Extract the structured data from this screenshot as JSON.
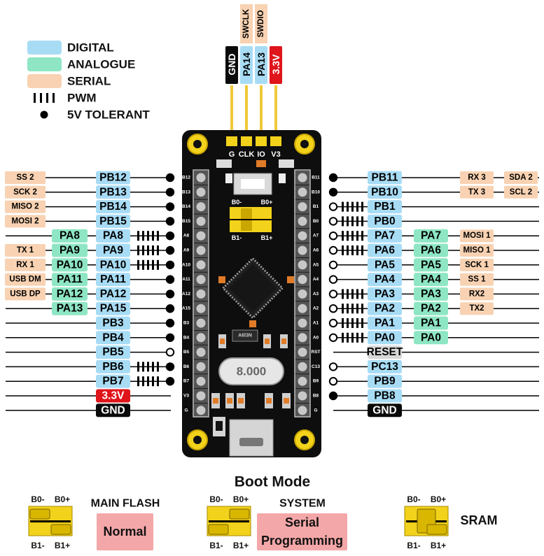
{
  "colors": {
    "digital": "#a8dcf5",
    "analogue": "#8ee6c4",
    "serial": "#f8d2b2",
    "power": "#e0141b",
    "ground": "#0a0a0a",
    "reset": "#d8d8d8",
    "board": "#0e0e0e",
    "jumper": "#f2d21b",
    "boot_box": "#f4a7a8"
  },
  "legend": [
    {
      "kind": "digital",
      "label": "DIGITAL"
    },
    {
      "kind": "analogue",
      "label": "ANALOGUE"
    },
    {
      "kind": "serial",
      "label": "SERIAL"
    },
    {
      "kind": "pwm",
      "label": "PWM"
    },
    {
      "kind": "tolerant",
      "label": "5V TOLERANT"
    }
  ],
  "top_header": [
    {
      "label": "GND",
      "type": "ground",
      "serial": "",
      "silk": "G"
    },
    {
      "label": "PA14",
      "type": "digital",
      "serial": "SWCLK",
      "silk": "CLK"
    },
    {
      "label": "PA13",
      "type": "digital",
      "serial": "SWDIO",
      "silk": "IO"
    },
    {
      "label": "3.3V",
      "type": "power",
      "serial": "",
      "silk": "V3"
    }
  ],
  "left_pins": [
    {
      "silk": "B12",
      "digital": "PB12",
      "analog": "",
      "serial": [
        "SS 2"
      ],
      "pwm": false,
      "tolerant": true,
      "type": "digital"
    },
    {
      "silk": "B13",
      "digital": "PB13",
      "analog": "",
      "serial": [
        "SCK 2"
      ],
      "pwm": false,
      "tolerant": true,
      "type": "digital"
    },
    {
      "silk": "B14",
      "digital": "PB14",
      "analog": "",
      "serial": [
        "MISO 2"
      ],
      "pwm": false,
      "tolerant": true,
      "type": "digital"
    },
    {
      "silk": "B15",
      "digital": "PB15",
      "analog": "",
      "serial": [
        "MOSI 2"
      ],
      "pwm": false,
      "tolerant": true,
      "type": "digital"
    },
    {
      "silk": "A8",
      "digital": "PA8",
      "analog": "PA8",
      "serial": [],
      "pwm": true,
      "tolerant": true,
      "type": "digital"
    },
    {
      "silk": "A9",
      "digital": "PA9",
      "analog": "PA9",
      "serial": [
        "TX 1"
      ],
      "pwm": true,
      "tolerant": true,
      "type": "digital"
    },
    {
      "silk": "A10",
      "digital": "PA10",
      "analog": "PA10",
      "serial": [
        "RX 1"
      ],
      "pwm": true,
      "tolerant": true,
      "type": "digital"
    },
    {
      "silk": "A11",
      "digital": "PA11",
      "analog": "PA11",
      "serial": [
        "USB DM"
      ],
      "pwm": false,
      "tolerant": true,
      "type": "digital"
    },
    {
      "silk": "A12",
      "digital": "PA12",
      "analog": "PA12",
      "serial": [
        "USB DP"
      ],
      "pwm": false,
      "tolerant": true,
      "type": "digital"
    },
    {
      "silk": "A15",
      "digital": "PA15",
      "analog": "PA13",
      "serial": [],
      "pwm": false,
      "tolerant": true,
      "type": "digital"
    },
    {
      "silk": "B3",
      "digital": "PB3",
      "analog": "",
      "serial": [],
      "pwm": false,
      "tolerant": true,
      "type": "digital"
    },
    {
      "silk": "B4",
      "digital": "PB4",
      "analog": "",
      "serial": [],
      "pwm": false,
      "tolerant": true,
      "type": "digital"
    },
    {
      "silk": "B5",
      "digital": "PB5",
      "analog": "",
      "serial": [],
      "pwm": false,
      "tolerant": false,
      "type": "digital"
    },
    {
      "silk": "B6",
      "digital": "PB6",
      "analog": "",
      "serial": [],
      "pwm": true,
      "tolerant": true,
      "type": "digital"
    },
    {
      "silk": "B7",
      "digital": "PB7",
      "analog": "",
      "serial": [],
      "pwm": true,
      "tolerant": true,
      "type": "digital"
    },
    {
      "silk": "V3",
      "digital": "3.3V",
      "analog": "",
      "serial": [],
      "pwm": false,
      "tolerant": null,
      "type": "power"
    },
    {
      "silk": "G",
      "digital": "GND",
      "analog": "",
      "serial": [],
      "pwm": false,
      "tolerant": null,
      "type": "ground"
    }
  ],
  "right_pins": [
    {
      "silk": "B11",
      "digital": "PB11",
      "analog": "",
      "serial": [
        "RX 3",
        "SDA 2"
      ],
      "pwm": false,
      "tolerant": true,
      "type": "digital"
    },
    {
      "silk": "B10",
      "digital": "PB10",
      "analog": "",
      "serial": [
        "TX 3",
        "SCL 2"
      ],
      "pwm": false,
      "tolerant": true,
      "type": "digital"
    },
    {
      "silk": "B1",
      "digital": "PB1",
      "analog": "",
      "serial": [],
      "pwm": true,
      "tolerant": false,
      "type": "digital"
    },
    {
      "silk": "B0",
      "digital": "PB0",
      "analog": "",
      "serial": [],
      "pwm": true,
      "tolerant": false,
      "type": "digital"
    },
    {
      "silk": "A7",
      "digital": "PA7",
      "analog": "PA7",
      "serial": [
        "MOSI 1"
      ],
      "pwm": true,
      "tolerant": false,
      "type": "digital"
    },
    {
      "silk": "A6",
      "digital": "PA6",
      "analog": "PA6",
      "serial": [
        "MISO 1"
      ],
      "pwm": true,
      "tolerant": false,
      "type": "digital"
    },
    {
      "silk": "A5",
      "digital": "PA5",
      "analog": "PA5",
      "serial": [
        "SCK 1"
      ],
      "pwm": false,
      "tolerant": false,
      "type": "digital"
    },
    {
      "silk": "A4",
      "digital": "PA4",
      "analog": "PA4",
      "serial": [
        "SS 1"
      ],
      "pwm": false,
      "tolerant": false,
      "type": "digital"
    },
    {
      "silk": "A3",
      "digital": "PA3",
      "analog": "PA3",
      "serial": [
        "RX2"
      ],
      "pwm": true,
      "tolerant": false,
      "type": "digital"
    },
    {
      "silk": "A2",
      "digital": "PA2",
      "analog": "PA2",
      "serial": [
        "TX2"
      ],
      "pwm": true,
      "tolerant": false,
      "type": "digital"
    },
    {
      "silk": "A1",
      "digital": "PA1",
      "analog": "PA1",
      "serial": [],
      "pwm": true,
      "tolerant": false,
      "type": "digital"
    },
    {
      "silk": "A0",
      "digital": "PA0",
      "analog": "PA0",
      "serial": [],
      "pwm": true,
      "tolerant": false,
      "type": "digital"
    },
    {
      "silk": "RST",
      "digital": "RESET",
      "analog": "",
      "serial": [],
      "pwm": false,
      "tolerant": null,
      "type": "reset"
    },
    {
      "silk": "C13",
      "digital": "PC13",
      "analog": "",
      "serial": [],
      "pwm": false,
      "tolerant": false,
      "type": "digital"
    },
    {
      "silk": "B9",
      "digital": "PB9",
      "analog": "",
      "serial": [],
      "pwm": false,
      "tolerant": false,
      "type": "digital"
    },
    {
      "silk": "B8",
      "digital": "PB8",
      "analog": "",
      "serial": [],
      "pwm": false,
      "tolerant": true,
      "type": "digital"
    },
    {
      "silk": "G",
      "digital": "GND",
      "analog": "",
      "serial": [],
      "pwm": false,
      "tolerant": null,
      "type": "ground"
    }
  ],
  "board_text": {
    "crystal": "8.000",
    "chip_marking": "A6l3N",
    "jumper_b0m": "B0-",
    "jumper_b0p": "B0+",
    "jumper_b1m": "B1-",
    "jumper_b1p": "B1+"
  },
  "boot": {
    "title": "Boot Mode",
    "b0_minus": "B0-",
    "b0_plus": "B0+",
    "b1_minus": "B1-",
    "b1_plus": "B1+",
    "modes": [
      {
        "name": "MAIN FLASH",
        "box": [
          "Normal"
        ]
      },
      {
        "name": "SYSTEM",
        "box": [
          "Serial",
          "Programming"
        ]
      },
      {
        "name": "SRAM",
        "box": []
      }
    ]
  }
}
